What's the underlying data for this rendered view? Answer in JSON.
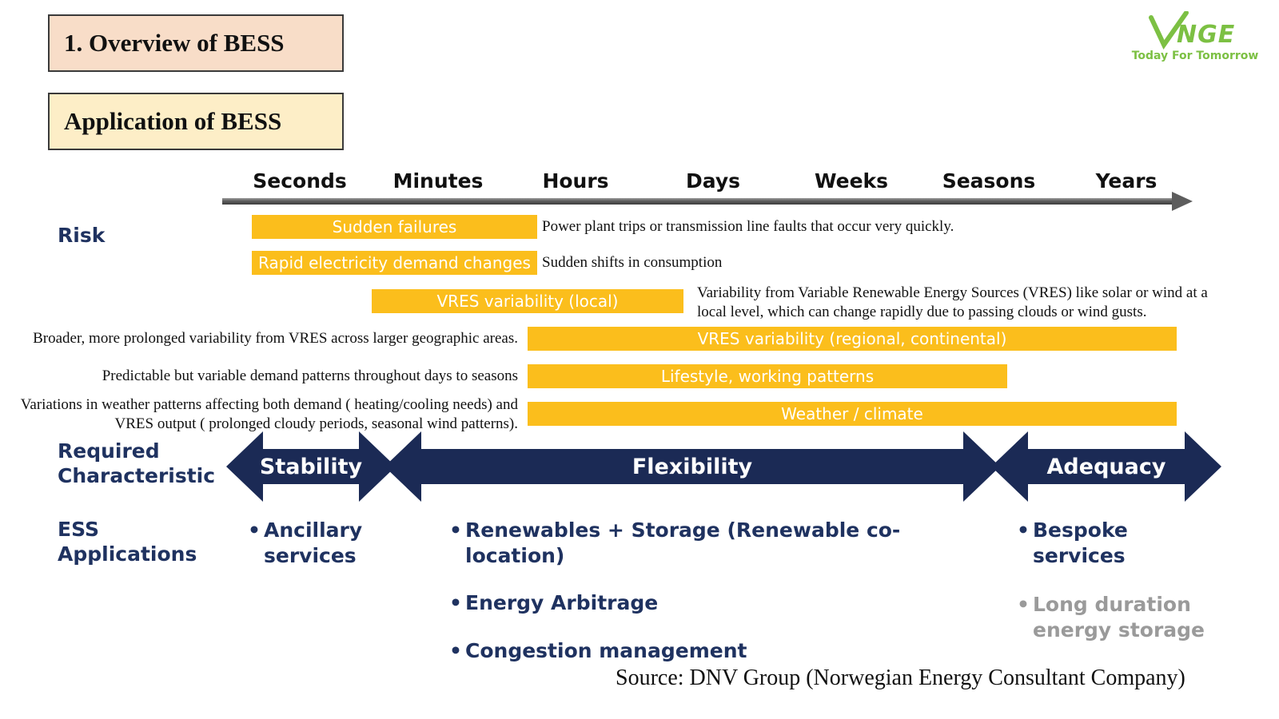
{
  "titles": {
    "section": "1. Overview of BESS",
    "subtitle": "Application of BESS"
  },
  "logo": {
    "name": "NGE",
    "tagline": "Today For Tomorrow",
    "color": "#7cc043"
  },
  "timeline": {
    "ticks": [
      "Seconds",
      "Minutes",
      "Hours",
      "Days",
      "Weeks",
      "Seasons",
      "Years"
    ]
  },
  "rows": {
    "risk_label": "Risk",
    "required_label_line1": "Required",
    "required_label_line2": "Characteristic",
    "ess_label_line1": "ESS",
    "ess_label_line2": "Applications"
  },
  "bars": [
    {
      "label": "Sudden failures",
      "desc": "Power plant trips or transmission line faults that occur very quickly.",
      "desc_side": "right"
    },
    {
      "label": "Rapid electricity demand changes",
      "desc": "Sudden shifts in consumption",
      "desc_side": "right"
    },
    {
      "label": "VRES variability (local)",
      "desc": "Variability from Variable Renewable Energy Sources (VRES) like solar or wind at a local level, which can change rapidly due to passing clouds or wind gusts.",
      "desc_side": "right"
    },
    {
      "label": "VRES variability (regional, continental)",
      "desc": "Broader, more prolonged variability from VRES across larger geographic areas.",
      "desc_side": "left"
    },
    {
      "label": "Lifestyle, working patterns",
      "desc": "Predictable but variable demand patterns throughout days to seasons",
      "desc_side": "left"
    },
    {
      "label": "Weather / climate",
      "desc": "Variations in weather patterns affecting both demand ( heating/cooling needs) and VRES output ( prolonged cloudy periods, seasonal wind patterns).",
      "desc_side": "left"
    }
  ],
  "characteristics": [
    {
      "label": "Stability"
    },
    {
      "label": "Flexibility"
    },
    {
      "label": "Adequacy"
    }
  ],
  "ess_applications": {
    "stability": [
      {
        "text": "Ancillary services",
        "muted": false
      }
    ],
    "flexibility": [
      {
        "text": "Renewables + Storage (Renewable co-location)",
        "muted": false
      },
      {
        "text": "Energy Arbitrage",
        "muted": false
      },
      {
        "text": "Congestion management",
        "muted": false
      }
    ],
    "adequacy": [
      {
        "text": "Bespoke services",
        "muted": false
      },
      {
        "text": "Long duration energy storage",
        "muted": true
      }
    ]
  },
  "bullet_glyph": "•",
  "source": "Source: DNV Group (Norwegian Energy Consultant Company)",
  "colors": {
    "bar_yellow": "#fbbe1c",
    "navy": "#1f3260",
    "arrow_navy": "#1b2a55",
    "muted_gray": "#9a9a9a",
    "title_box_1": "#f8ddc8",
    "title_box_2": "#fdeec7"
  }
}
